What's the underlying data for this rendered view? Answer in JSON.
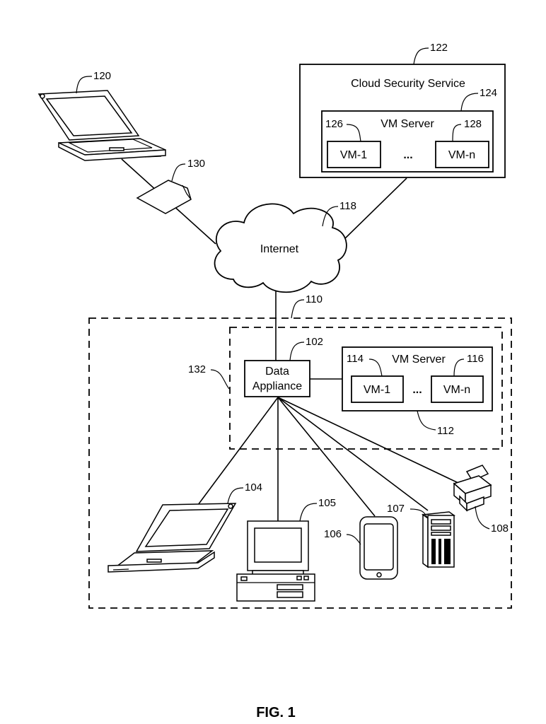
{
  "figure": {
    "caption": "FIG. 1",
    "internet_label": "Internet",
    "cloud_service": {
      "title": "Cloud Security Service",
      "vm_server_title": "VM Server",
      "vm_first": "VM-1",
      "vm_last": "VM-n",
      "ellipsis": "..."
    },
    "enterprise": {
      "appliance_line1": "Data",
      "appliance_line2": "Appliance",
      "vm_server_title": "VM Server",
      "vm_first": "VM-1",
      "vm_last": "VM-n",
      "ellipsis": "..."
    },
    "refs": {
      "r102": "102",
      "r104": "104",
      "r105": "105",
      "r106": "106",
      "r107": "107",
      "r108": "108",
      "r110": "110",
      "r112": "112",
      "r114": "114",
      "r116": "116",
      "r118": "118",
      "r120": "120",
      "r122": "122",
      "r124": "124",
      "r126": "126",
      "r128": "128",
      "r130": "130",
      "r132": "132"
    }
  }
}
